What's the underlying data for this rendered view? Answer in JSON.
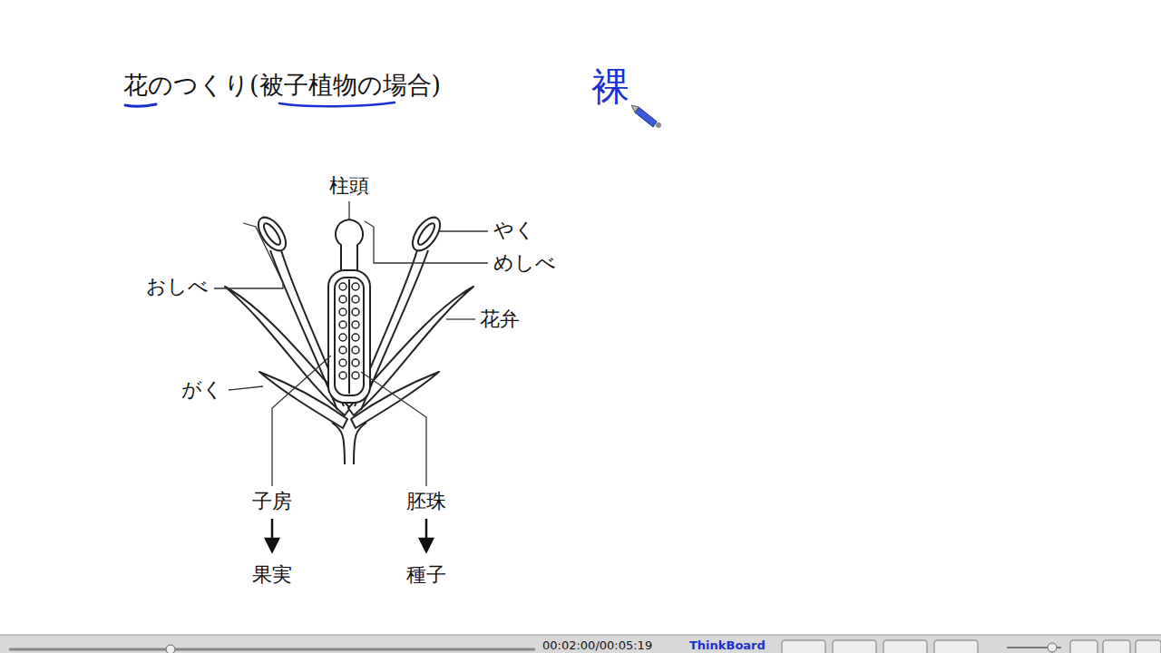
{
  "diagram": {
    "title": "花のつくり(被子植物の場合)",
    "labels": [
      "柱頭",
      "やく",
      "めしべ",
      "おしべ",
      "花弁",
      "がく",
      "子房",
      "胚珠",
      "果実",
      "種子",
      "裸",
      "00:02:00/00:05:19",
      "ThinkBoard"
    ]
  }
}
